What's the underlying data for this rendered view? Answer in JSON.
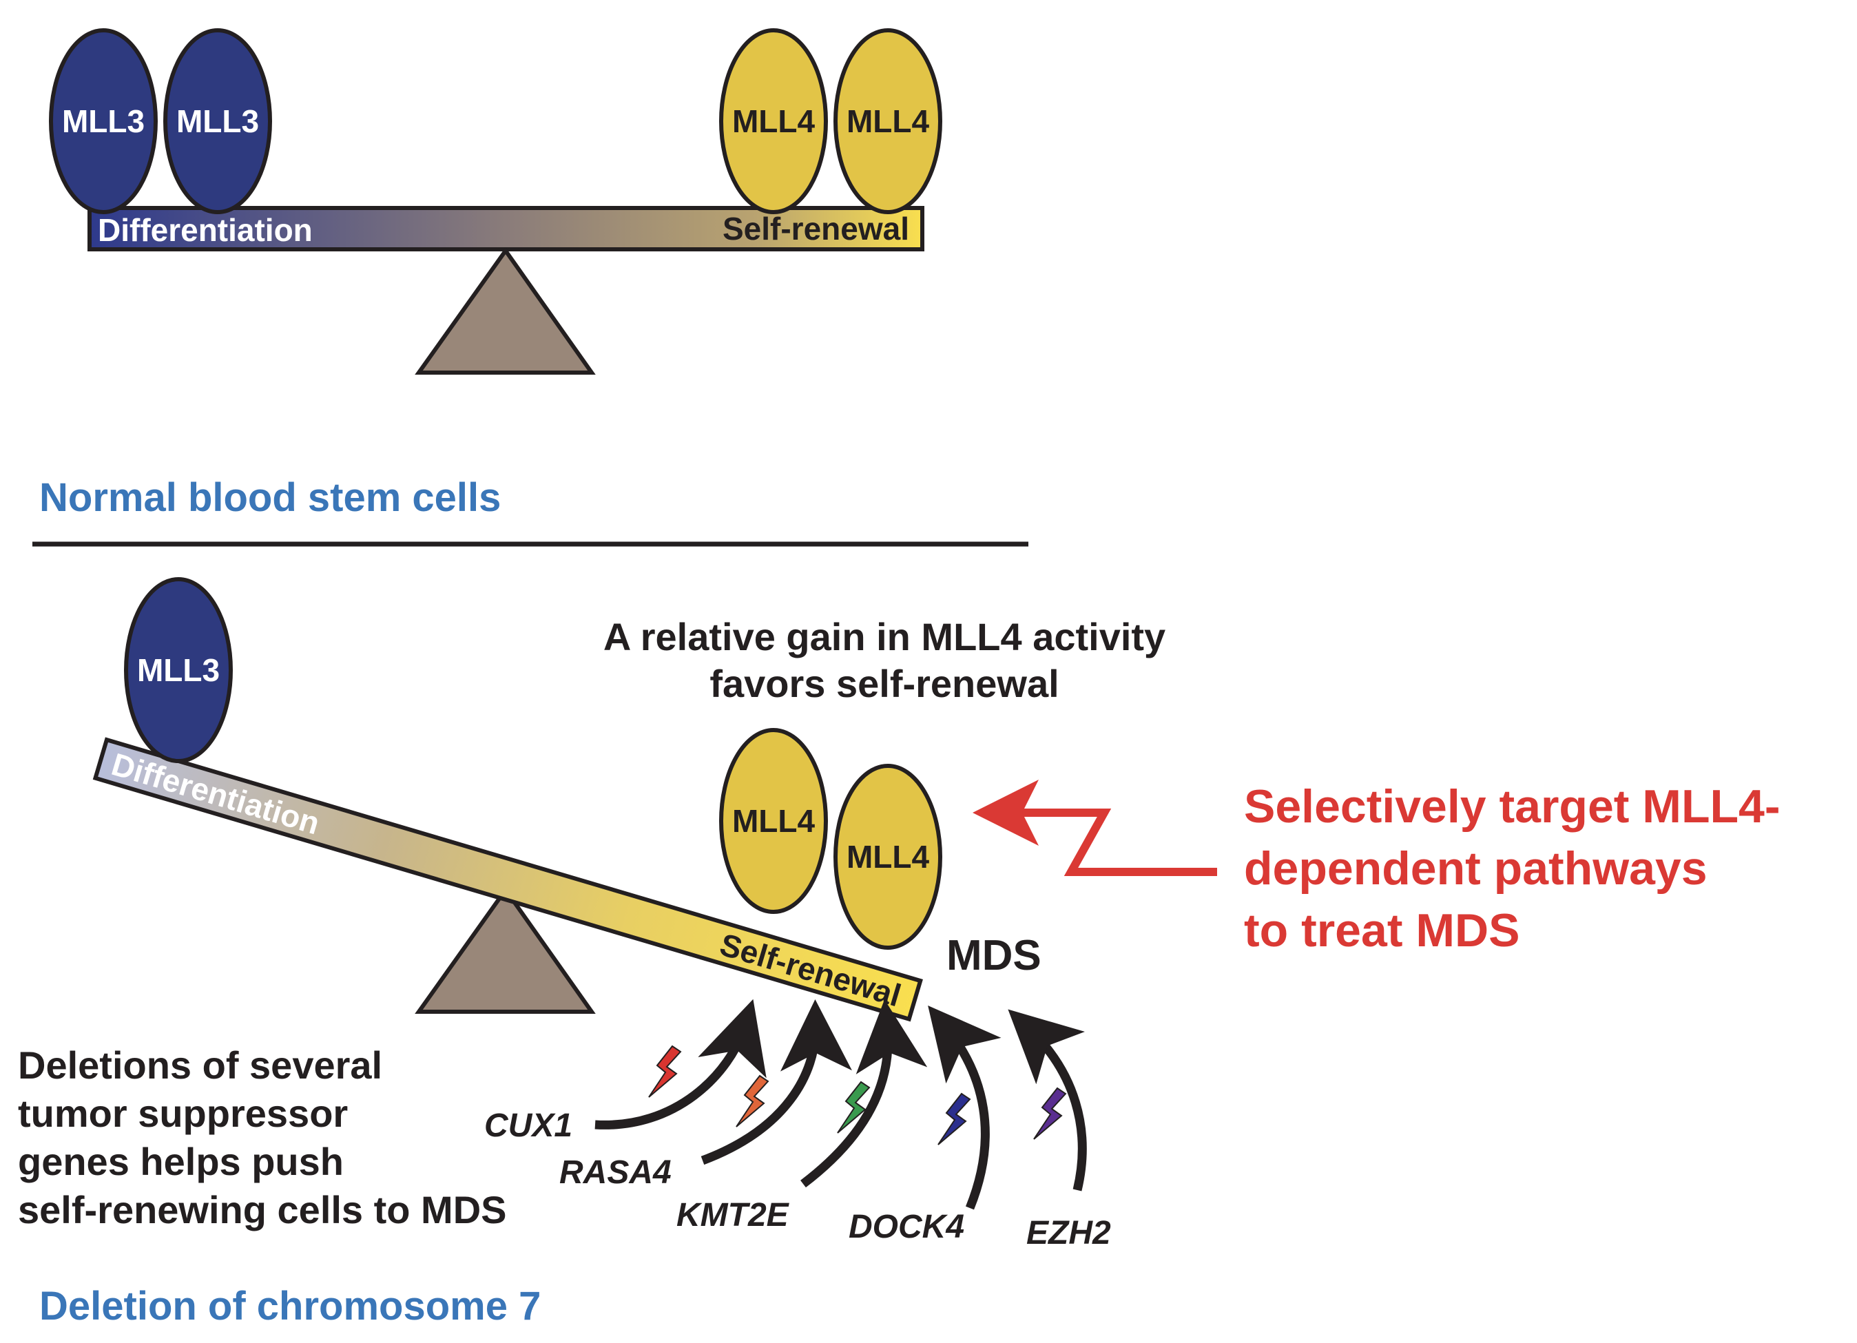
{
  "colors": {
    "mll3": "#2e3a7f",
    "mll4": "#e2c447",
    "fulcrum": "#998779",
    "outline": "#231f20",
    "section_title": "#3a76b8",
    "therapy_red": "#da3934",
    "bar_blue": "#2e3a8c",
    "bar_yellow": "#f9df4f"
  },
  "normal_panel": {
    "left_proteins": [
      "MLL3",
      "MLL3"
    ],
    "right_proteins": [
      "MLL4",
      "MLL4"
    ],
    "bar_left_label": "Differentiation",
    "bar_right_label": "Self-renewal",
    "title": "Normal blood stem cells"
  },
  "deletion_panel": {
    "left_proteins": [
      "MLL3"
    ],
    "right_proteins": [
      "MLL4",
      "MLL4"
    ],
    "bar_left_label": "Differentiation",
    "bar_right_label": "Self-renewal",
    "caption_line1": "A relative gain in MLL4 activity",
    "caption_line2": "favors self-renewal",
    "outcome_label": "MDS",
    "description": [
      "Deletions of several",
      "tumor suppressor",
      "genes helps push",
      "self-renewing cells to MDS"
    ],
    "genes": [
      {
        "name": "CUX1",
        "bolt_color": "#d83530"
      },
      {
        "name": "RASA4",
        "bolt_color": "#e0663a"
      },
      {
        "name": "KMT2E",
        "bolt_color": "#3a9a4e"
      },
      {
        "name": "DOCK4",
        "bolt_color": "#2b2f8e"
      },
      {
        "name": "EZH2",
        "bolt_color": "#5a2e90"
      }
    ],
    "title": "Deletion of chromosome 7"
  },
  "therapy": {
    "lines": [
      "Selectively target MLL4-",
      "dependent pathways",
      "to treat MDS"
    ]
  }
}
